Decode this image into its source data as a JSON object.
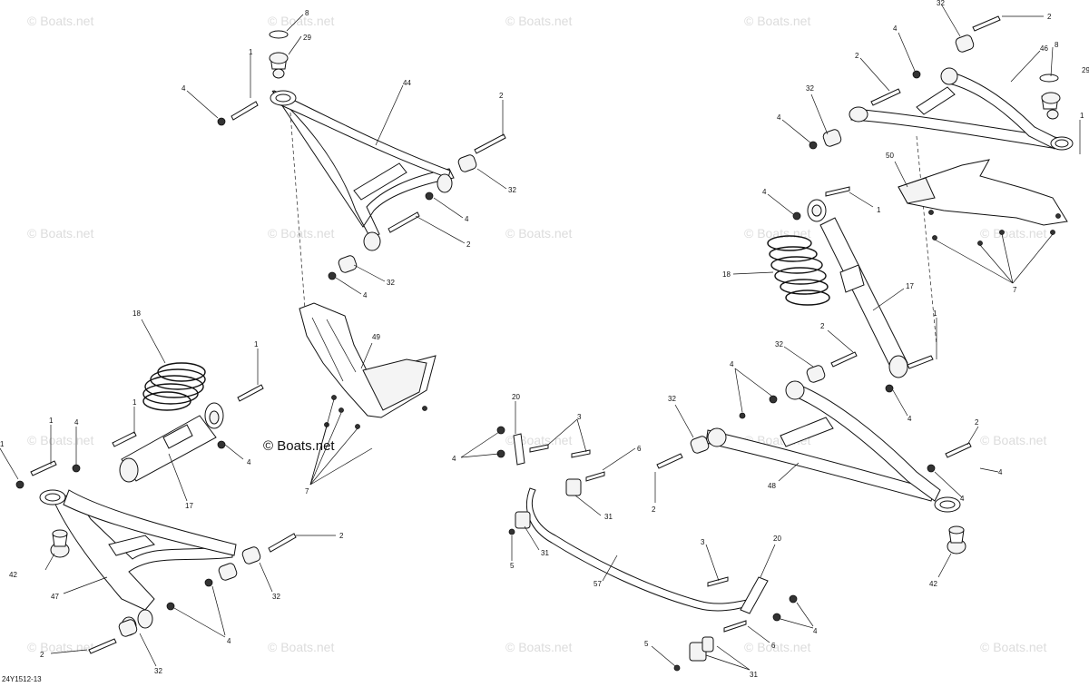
{
  "diagram": {
    "watermark_text": "© Boats.net",
    "center_watermark_text": "© Boats.net",
    "figure_code": "24Y1512-13",
    "callouts": {
      "c1": "1",
      "c2": "2",
      "c3": "3",
      "c4": "4",
      "c5": "5",
      "c6": "6",
      "c7": "7",
      "c8": "8",
      "c17": "17",
      "c18": "18",
      "c20": "20",
      "c29": "29",
      "c31": "31",
      "c32": "32",
      "c42": "42",
      "c44": "44",
      "c46": "46",
      "c47": "47",
      "c48": "48",
      "c49": "49",
      "c50": "50",
      "c57": "57"
    }
  }
}
